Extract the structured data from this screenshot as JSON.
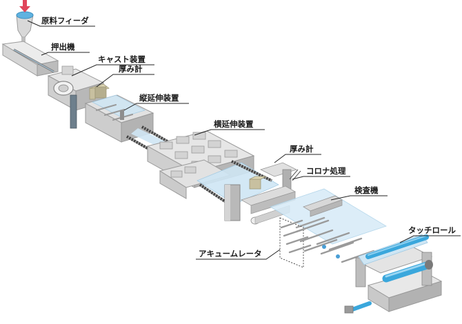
{
  "colors": {
    "machine_light": "#e4e4e4",
    "machine_mid": "#cfcfcf",
    "machine_dark": "#a9a9a9",
    "machine_shadow": "#8c8c8c",
    "film": "#cfe6f4",
    "film_edge": "#9fc9e3",
    "roll_blue": "#3aa7dc",
    "feed_arrow": "#e0455a",
    "hopper_top": "#5fb2e0",
    "leader": "#222222"
  },
  "labels": {
    "raw_feeder": "原料フィーダ",
    "extruder": "押出機",
    "cast_unit": "キャスト装置",
    "thickness_gauge_1": "厚み計",
    "md_stretcher": "縦延伸装置",
    "td_stretcher": "横延伸装置",
    "thickness_gauge_2": "厚み計",
    "corona": "コロナ処理",
    "inspection": "検査機",
    "touch_roll": "タッチロール",
    "accumulator": "アキュームレータ"
  }
}
